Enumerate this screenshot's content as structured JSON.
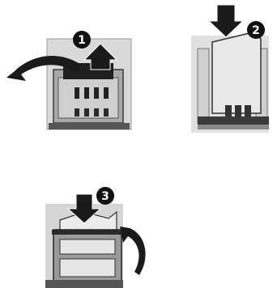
{
  "steps": [
    {
      "number": "1",
      "icon": "open-latch-arrows-icon"
    },
    {
      "number": "2",
      "icon": "insert-card-arrow-icon"
    },
    {
      "number": "3",
      "icon": "close-latch-arrows-icon"
    }
  ],
  "colors": {
    "badge": "#111111",
    "badge_text": "#ffffff",
    "arrow": "#1a1a1a",
    "housing": "#c8c8c8",
    "housing_dark": "#8a8a8a",
    "contacts": "#3a3a3a",
    "card": "#e6e6e6"
  }
}
